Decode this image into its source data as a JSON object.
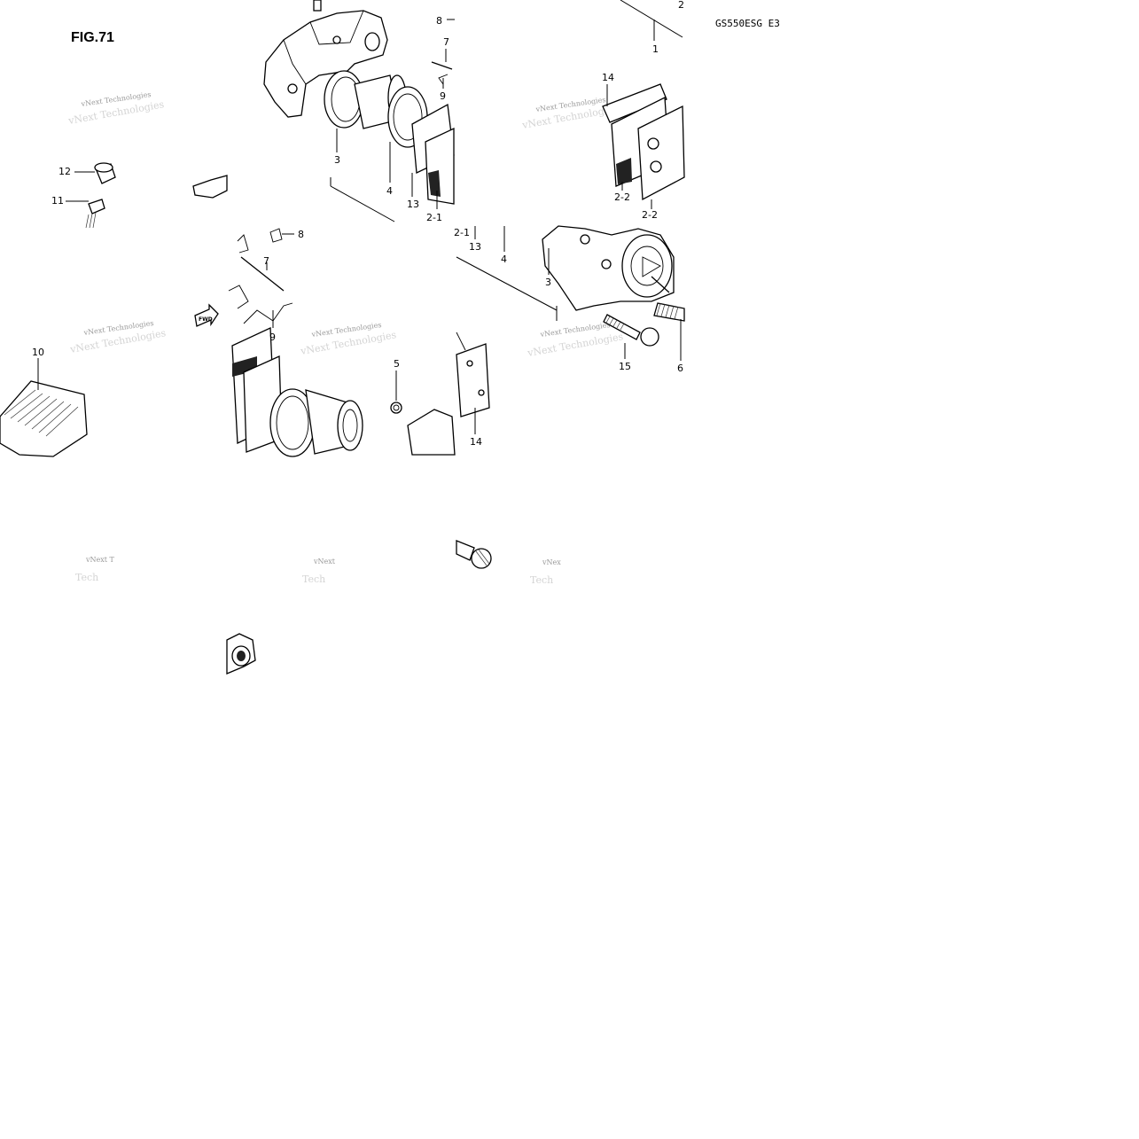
{
  "figure_label": "FIG.71",
  "model_code": "GS550ESG  E3",
  "watermark": "vNext Technologies",
  "fwd_label": "FWD",
  "callouts": [
    "1",
    "2",
    "2-1",
    "2-2",
    "3",
    "4",
    "5",
    "6",
    "7",
    "8",
    "9",
    "10",
    "11",
    "12",
    "13",
    "14",
    "15"
  ]
}
